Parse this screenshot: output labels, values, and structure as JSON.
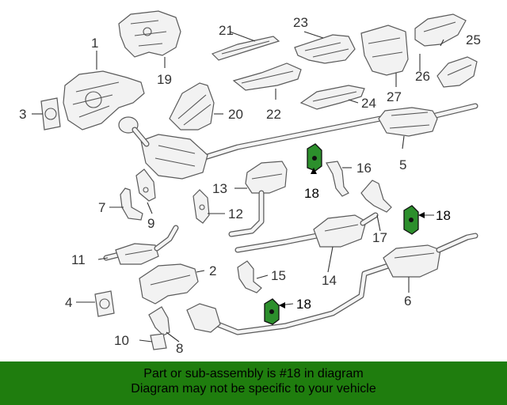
{
  "callouts": {
    "c1": "1",
    "c2": "2",
    "c3": "3",
    "c4": "4",
    "c5": "5",
    "c6": "6",
    "c7": "7",
    "c8": "8",
    "c9": "9",
    "c10": "10",
    "c11": "11",
    "c12": "12",
    "c13": "13",
    "c14": "14",
    "c15": "15",
    "c16": "16",
    "c17": "17",
    "c18": "18",
    "c19": "19",
    "c20": "20",
    "c21": "21",
    "c22": "22",
    "c23": "23",
    "c24": "24",
    "c25": "25",
    "c26": "26",
    "c27": "27"
  },
  "highlight": {
    "part_number": "18",
    "color": "#2c8f2c"
  },
  "banner": {
    "line1": "Part or sub-assembly is #18 in diagram",
    "line2": "Diagram may not be specific to your vehicle",
    "background": "#1f7d0e"
  }
}
